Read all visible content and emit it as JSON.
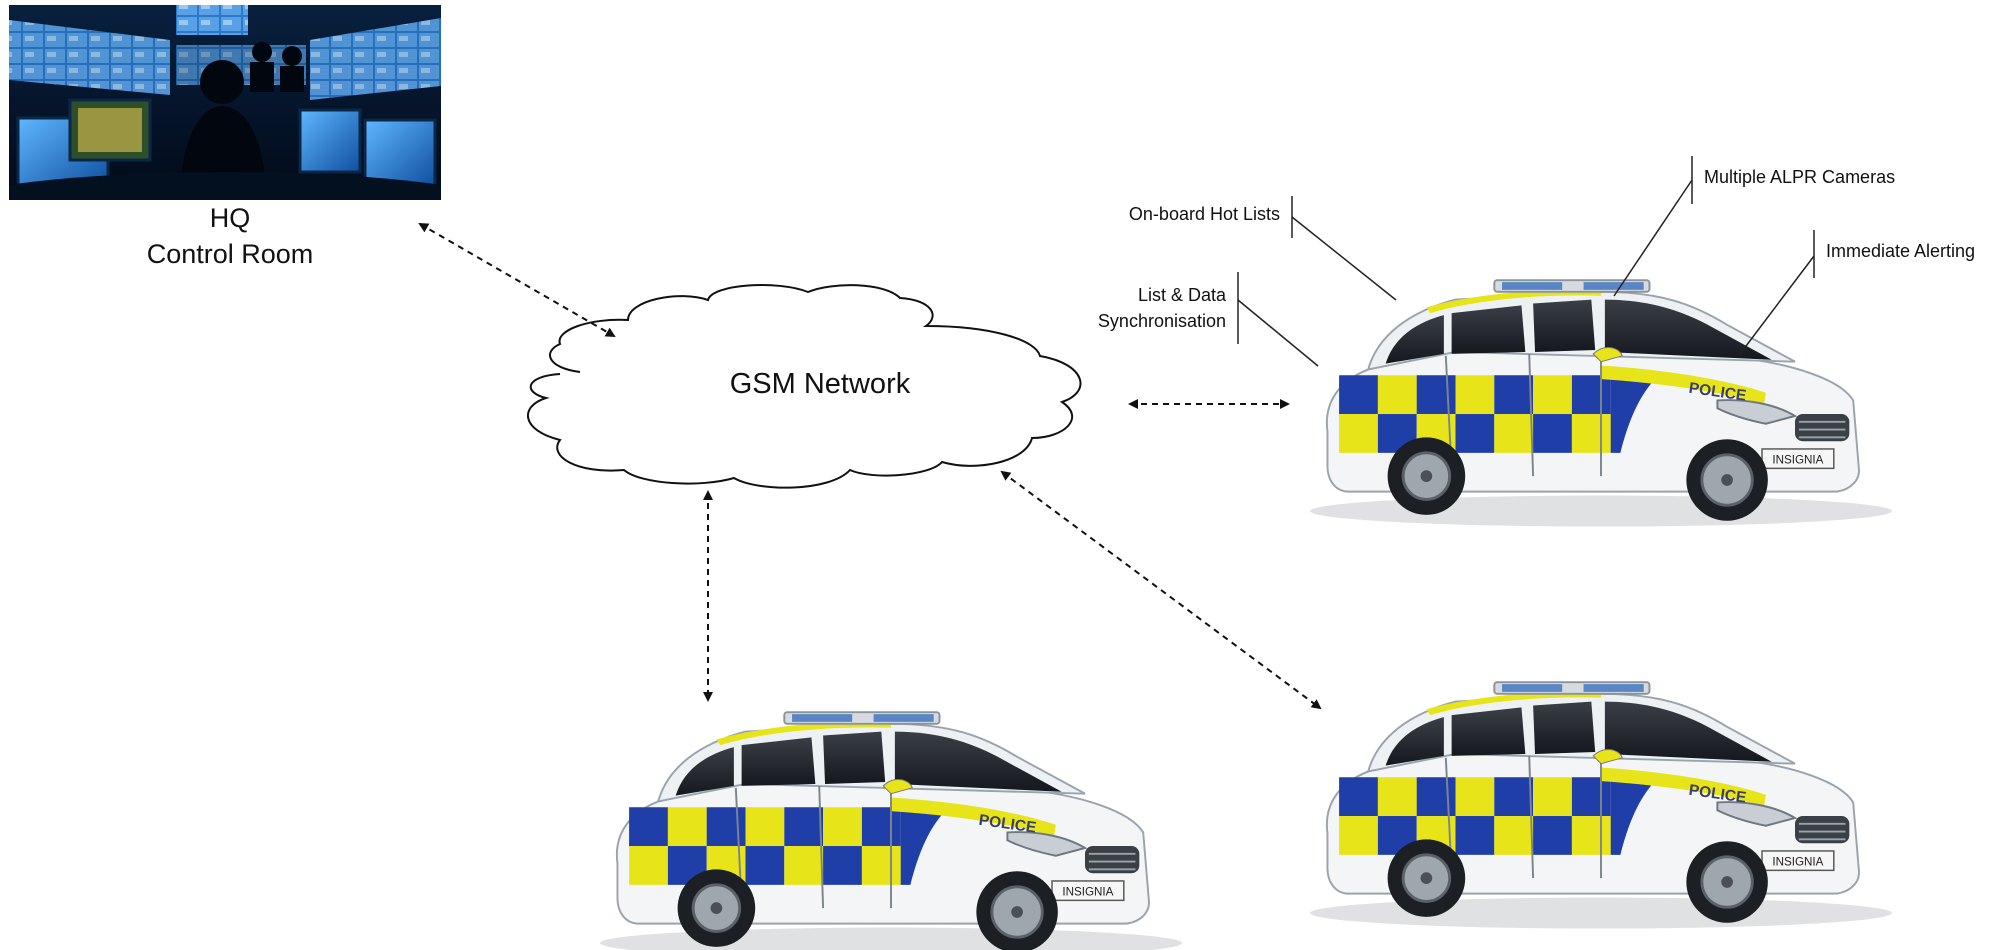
{
  "hq": {
    "line1": "HQ",
    "line2": "Control Room",
    "image": "control-room-photo"
  },
  "network": {
    "label": "GSM Network",
    "shape": "cloud-icon"
  },
  "callouts": {
    "hot_lists": "On-board Hot Lists",
    "sync_line1": "List & Data",
    "sync_line2": "Synchronisation",
    "cameras": "Multiple ALPR Cameras",
    "alerting": "Immediate Alerting"
  },
  "vehicles": [
    {
      "id": "car-1",
      "text": "POLICE",
      "plate": "INSIGNIA"
    },
    {
      "id": "car-2",
      "text": "POLICE",
      "plate": "INSIGNIA"
    },
    {
      "id": "car-3",
      "text": "POLICE",
      "plate": "INSIGNIA"
    }
  ],
  "colors": {
    "livery_yellow": "#e8e41a",
    "livery_blue": "#1f3ea8",
    "car_body": "#f2f4f6",
    "screen_blue": "#1b5fb8",
    "room_dark": "#0a1a33"
  }
}
